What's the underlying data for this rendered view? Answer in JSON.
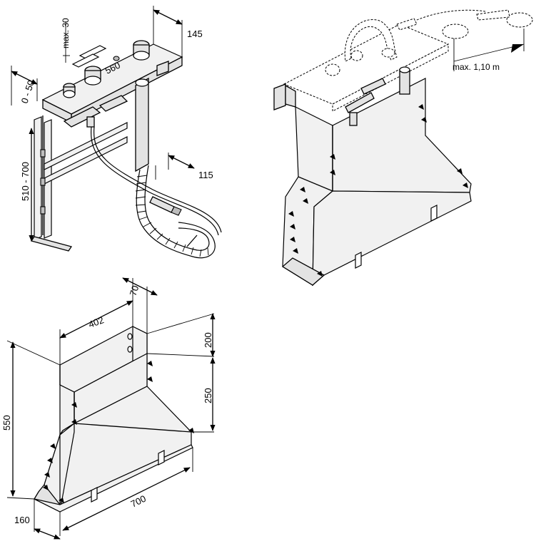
{
  "figure_a": {
    "dim_max_30": "max. 30",
    "dim_145": "145",
    "dim_560": "560",
    "dim_0_50": "0 - 50",
    "dim_510_700": "510 - 700",
    "dim_115": "115"
  },
  "figure_b": {
    "dim_max_110m": "max. 1,10 m"
  },
  "figure_c": {
    "dim_70": "70",
    "dim_402": "402",
    "dim_200": "200",
    "dim_250": "250",
    "dim_550": "550",
    "dim_700": "700",
    "dim_160": "160"
  }
}
